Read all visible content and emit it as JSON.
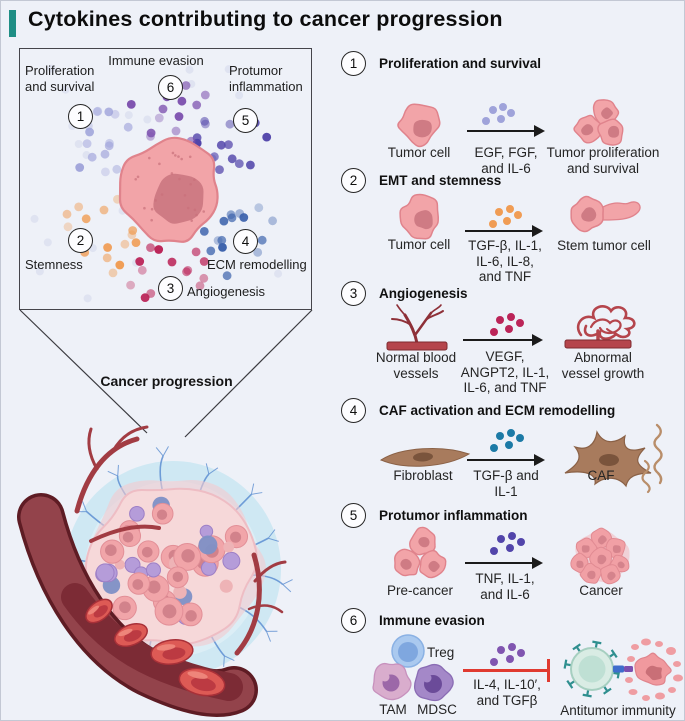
{
  "title": "Cytokines contributing to cancer progression",
  "colors": {
    "accent": "#1f8e85",
    "proliferation": "#9fa3da",
    "stemness": "#f09c54",
    "angiogenesis": "#bb2458",
    "ecm_cluster": "#3c62ac",
    "caf_dots": "#1c7aa6",
    "inflammation": "#5245aa",
    "immune": "#8055b0",
    "inhibit": "#e03a30"
  },
  "overview": {
    "callouts": [
      {
        "num": "1",
        "label": "Proliferation\nand survival"
      },
      {
        "num": "2",
        "label": "Stemness"
      },
      {
        "num": "3",
        "label": "Angiogenesis"
      },
      {
        "num": "4",
        "label": "ECM remodelling"
      },
      {
        "num": "5",
        "label": "Protumor\ninflammation"
      },
      {
        "num": "6",
        "label": "Immune evasion"
      }
    ],
    "zoom_label": "Cancer progression"
  },
  "sections": [
    {
      "num": "1",
      "heading": "Proliferation and survival",
      "source": "Tumor cell",
      "cytokines": "EGF, FGF,\nand IL-6",
      "result": "Tumor proliferation\nand survival"
    },
    {
      "num": "2",
      "heading": "EMT and stemness",
      "source": "Tumor cell",
      "cytokines": "TGF-β,  IL-1,\nIL-6, IL-8,\nand TNF",
      "result": "Stem tumor cell"
    },
    {
      "num": "3",
      "heading": "Angiogenesis",
      "source": "Normal blood\nvessels",
      "cytokines": "VEGF,\nANGPT2, IL-1,\nIL-6, and TNF",
      "result": "Abnormal\nvessel growth"
    },
    {
      "num": "4",
      "heading": "CAF activation and ECM remodelling",
      "source": "Fibroblast",
      "cytokines": "TGF-β and\nIL-1",
      "result": "CAF"
    },
    {
      "num": "5",
      "heading": "Protumor inflammation",
      "source": "Pre-cancer",
      "cytokines": "TNF, IL-1,\nand IL-6",
      "result": "Cancer"
    },
    {
      "num": "6",
      "heading": "Immune evasion",
      "cells": {
        "treg": "Treg",
        "tam": "TAM",
        "mdsc": "MDSC"
      },
      "cytokines": "IL-4, IL-10′,\nand TGFβ",
      "result": "Antitumor immunity"
    }
  ]
}
